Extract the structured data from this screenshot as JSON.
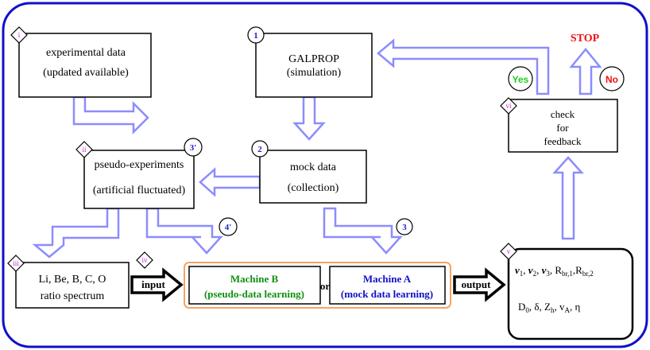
{
  "colors": {
    "frame": "#1010c8",
    "arrow_fill": "#ffffff",
    "arrow_stroke": "#8c8cff",
    "machine_border": "#f5a462",
    "machine_b_text": "#109010",
    "machine_a_text": "#1010c8",
    "stop": "#ee1111",
    "yes": "#22cc22",
    "no": "#ee1111",
    "diamond_label": "#cc22cc",
    "circle_label": "#2222cc"
  },
  "nodes": {
    "experimental": {
      "marker": "i",
      "line1": "experimental data",
      "line2": "(updated available)"
    },
    "galprop": {
      "marker": "1",
      "line1": "GALPROP",
      "line2": "(simulation)"
    },
    "mock": {
      "marker": "2",
      "line1": "mock data",
      "line2": "(collection)"
    },
    "pseudo": {
      "marker_diamond": "ii",
      "marker_circle": "3'",
      "line1": "pseudo-experiments",
      "line2": "(artificial fluctuated)"
    },
    "check": {
      "marker": "vi",
      "line1": "check",
      "line2": "for",
      "line3": "feedback"
    },
    "ratio": {
      "marker": "iii",
      "line1": "Li, Be, B, C, O",
      "line2": "ratio spectrum"
    },
    "input": {
      "marker": "iv",
      "label": "input"
    },
    "machine_b": {
      "marker": "4'",
      "line1": "Machine B",
      "line2": "(pseudo-data learning)"
    },
    "or": {
      "label": "or"
    },
    "machine_a": {
      "marker": "3",
      "line1": "Machine A",
      "line2": "(mock data learning)"
    },
    "output": {
      "label": "output"
    },
    "params": {
      "marker": "v",
      "nu1": "ν",
      "nu1_sub": "1",
      "nu2": "ν",
      "nu2_sub": "2",
      "nu3": "ν",
      "nu3_sub": "3",
      "rbr1": "R",
      "rbr1_sub": "br,1",
      "rbr2": "R",
      "rbr2_sub": "br,2",
      "d0": "D",
      "d0_sub": "0",
      "delta": "δ",
      "zh": "Z",
      "zh_sub": "h",
      "va": "v",
      "va_sub": "A",
      "eta": "η"
    },
    "stop": {
      "label": "STOP"
    },
    "yes": {
      "label": "Yes"
    },
    "no": {
      "label": "No"
    }
  }
}
